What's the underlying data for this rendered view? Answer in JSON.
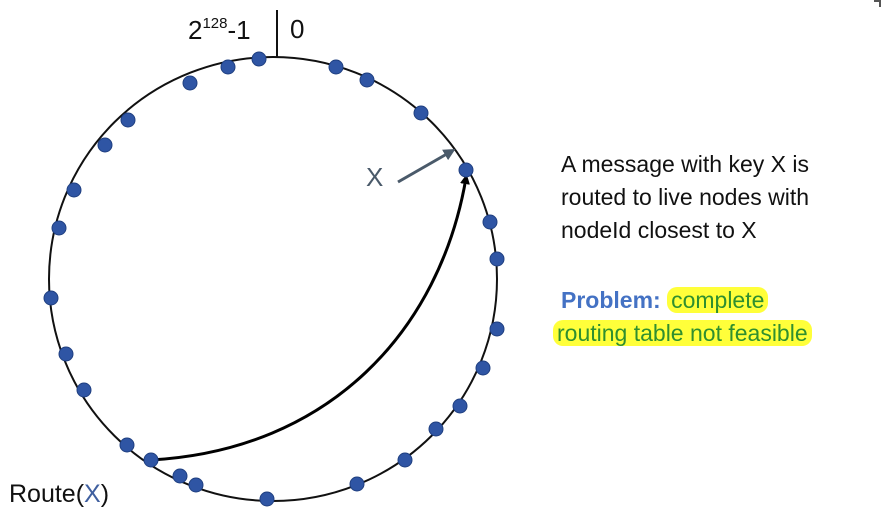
{
  "ring": {
    "max_id_base": "2",
    "max_id_exponent": "128",
    "max_id_suffix": "-1",
    "zero_label": "0",
    "key_label": "X",
    "node_color": "#2f55a4",
    "ring_color": "#111111"
  },
  "route": {
    "prefix": "Route(",
    "key": "X",
    "suffix": ")"
  },
  "description": {
    "line1": "A message with key X is",
    "line2": "routed to live nodes with",
    "line3": "nodeId closest to X"
  },
  "problem": {
    "label": "Problem:",
    "text_line1": "complete",
    "text_line2": "routing table not feasible",
    "highlight_color": "#ffff3a",
    "text_color": "#2f8f2f",
    "label_color": "#4472c4"
  }
}
